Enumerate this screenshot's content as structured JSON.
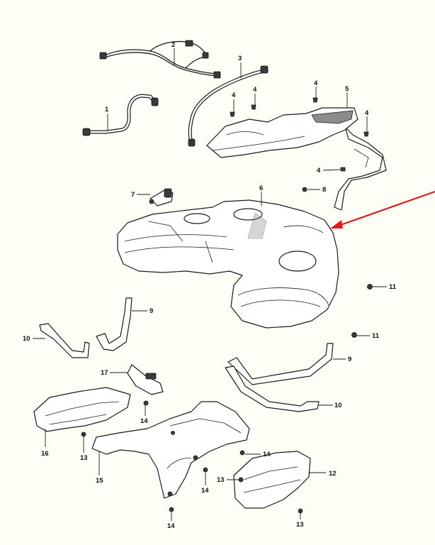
{
  "diagram": {
    "callouts": [
      "1",
      "2",
      "3",
      "4",
      "4",
      "4",
      "5",
      "4",
      "4",
      "6",
      "7",
      "8",
      "11",
      "11",
      "9",
      "10",
      "9",
      "10",
      "17",
      "16",
      "13",
      "14",
      "15",
      "14",
      "14",
      "13",
      "12",
      "14",
      "13"
    ],
    "arrow_color": "#e01b1b",
    "line_color": "#1a1a1a",
    "background_color": "#fffef6"
  }
}
